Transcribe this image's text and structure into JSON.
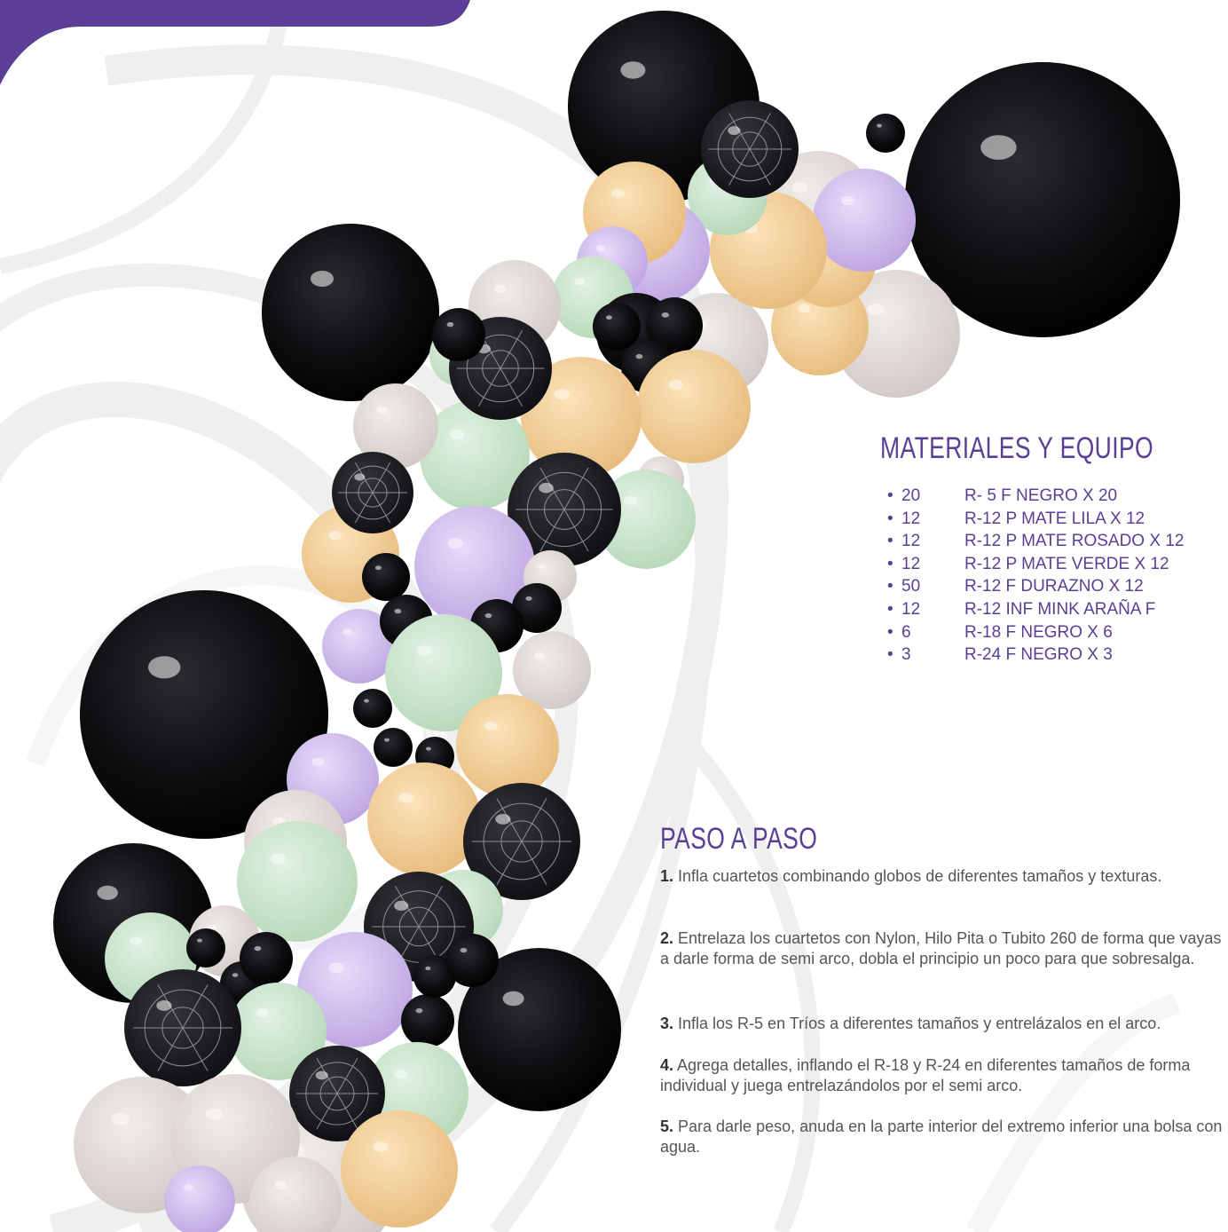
{
  "colors": {
    "purple_band": "#5b3f96",
    "heading": "#5a3f94",
    "body_text": "#555555",
    "balloon_black": "#0b0b0e",
    "balloon_lilac": "#cdb6ec",
    "balloon_peach": "#f3cf96",
    "balloon_mint": "#c9e5cc",
    "balloon_grey": "#e3dbd8",
    "balloon_spider": "#1a1a1e"
  },
  "materials": {
    "title": "MATERIALES Y EQUIPO",
    "items": [
      {
        "qty": "20",
        "text": "R- 5 F NEGRO X 20"
      },
      {
        "qty": "12",
        "text": "R-12 P MATE LILA X 12"
      },
      {
        "qty": "12",
        "text": "R-12 P MATE ROSADO X 12"
      },
      {
        "qty": "12",
        "text": "R-12 P MATE VERDE X 12"
      },
      {
        "qty": "50",
        "text": "R-12 F DURAZNO X 12"
      },
      {
        "qty": "12",
        "text": "R-12 INF MINK ARAÑA F"
      },
      {
        "qty": "6",
        "text": "R-18 F NEGRO X  6"
      },
      {
        "qty": "3",
        "text": "R-24 F NEGRO X 3"
      }
    ]
  },
  "steps": {
    "title": "PASO A PASO",
    "items": [
      {
        "num": "1.",
        "text": " Infla cuartetos combinando globos de diferentes tamaños y texturas."
      },
      {
        "num": "2.",
        "text": " Entrelaza los cuartetos con Nylon, Hilo Pita o Tubito 260 de forma que vayas a darle forma de semi arco, dobla el principio un poco para que sobresalga."
      },
      {
        "num": "3.",
        "text": " Infla los R-5 en Tríos a diferentes tamaños y entrelázalos en el arco."
      },
      {
        "num": "4.",
        "text": " Agrega detalles, inflando el R-18 y R-24 en diferentes tamaños de forma individual y juega entrelazándolos por el semi arco."
      },
      {
        "num": "5.",
        "text": " Para darle peso, anuda en la parte interior del extremo inferior una bolsa con agua."
      }
    ]
  }
}
